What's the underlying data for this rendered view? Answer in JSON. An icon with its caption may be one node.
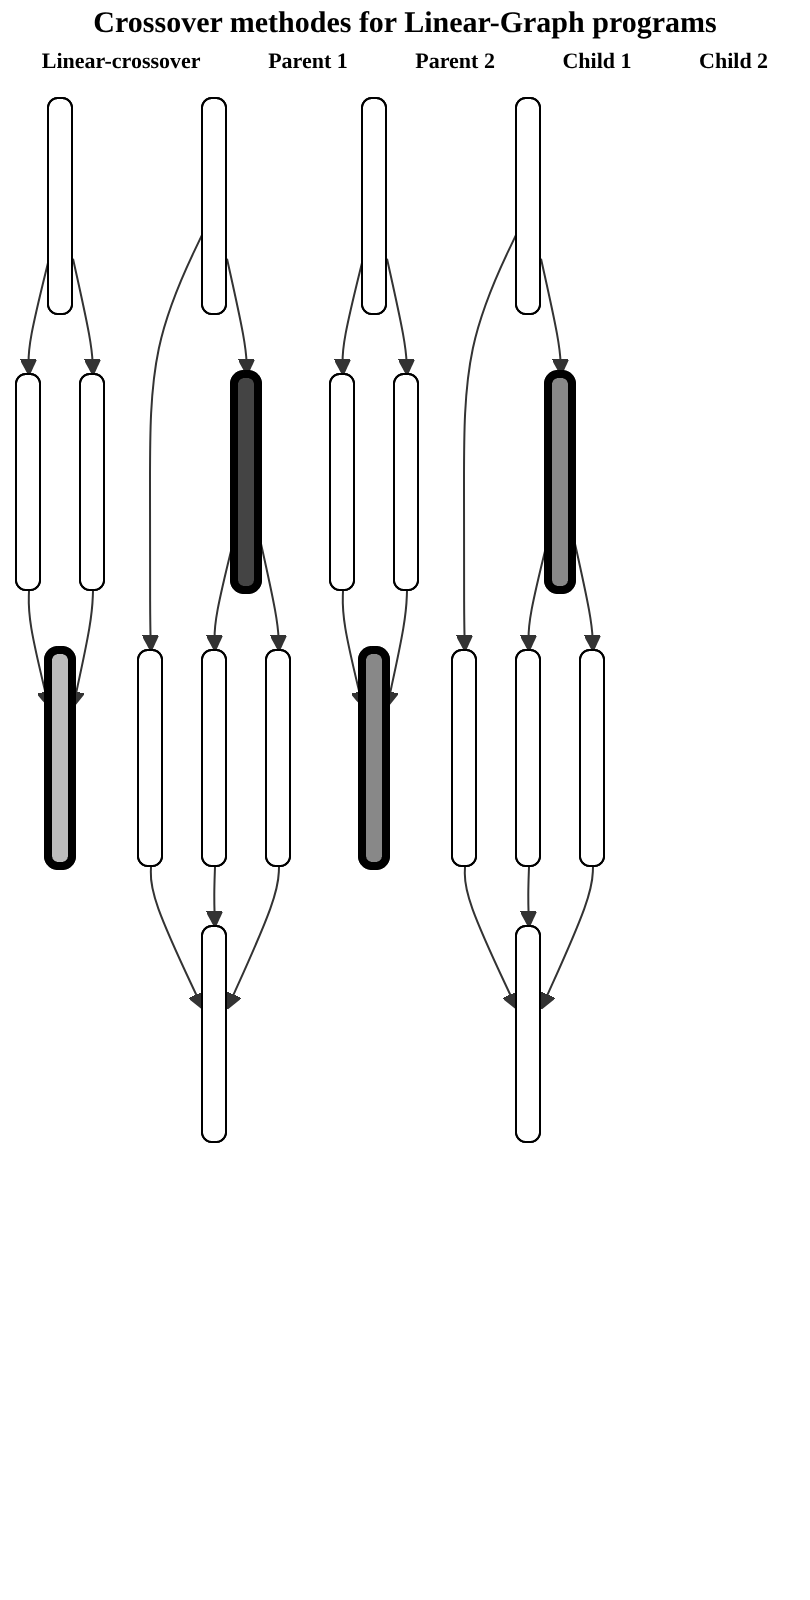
{
  "diagram": {
    "title": "Crossover methodes for Linear-Graph programs",
    "nodes": [
      {
        "text": [],
        "shape": "box"
      },
      {
        "text": [],
        "shape": "box"
      },
      {
        "text": [],
        "shape": "box"
      },
      {
        "text": [],
        "shape": "box"
      },
      {
        "text": [],
        "shape": "box"
      },
      {
        "text": [],
        "shape": "box"
      },
      {
        "text": [],
        "shape": "box"
      },
      {
        "text": [],
        "shape": "box"
      },
      {
        "text": [],
        "shape": "box"
      },
      {
        "text": [],
        "shape": "box"
      },
      {
        "text": [],
        "shape": "box"
      },
      {
        "text": [],
        "shape": "box"
      },
      {
        "text": [],
        "shape": "box"
      },
      {
        "text": [],
        "shape": "box"
      },
      {
        "text": [],
        "shape": "box"
      },
      {
        "text": [],
        "shape": "box"
      },
      {
        "text": [],
        "shape": "box"
      },
      {
        "text": [],
        "shape": "box"
      },
      {
        "text": [],
        "shape": "box"
      },
      {
        "text": [],
        "shape": "box"
      }
    ],
    "edges": [
      {
        "from": 0,
        "to": 1,
        "arrow": "to"
      },
      {
        "from": 0,
        "to": 2,
        "arrow": "to"
      },
      {
        "from": 1,
        "to": 3,
        "arrow": "to"
      },
      {
        "from": 2,
        "to": 3,
        "arrow": "to"
      },
      {
        "from": 4,
        "to": 5,
        "arrow": "to"
      },
      {
        "from": 4,
        "to": 6,
        "arrow": "to"
      },
      {
        "from": 5,
        "to": 9,
        "arrow": "to"
      },
      {
        "from": 6,
        "to": 7,
        "arrow": "to"
      },
      {
        "from": 6,
        "to": 8,
        "arrow": "to"
      },
      {
        "from": 7,
        "to": 9,
        "arrow": "to"
      },
      {
        "from": 8,
        "to": 9,
        "arrow": "to"
      },
      {
        "from": 10,
        "to": 11,
        "arrow": "to"
      },
      {
        "from": 10,
        "to": 12,
        "arrow": "to"
      },
      {
        "from": 11,
        "to": 13,
        "arrow": "to"
      },
      {
        "from": 12,
        "to": 13,
        "arrow": "to"
      },
      {
        "from": 14,
        "to": 15,
        "arrow": "to"
      },
      {
        "from": 14,
        "to": 16,
        "arrow": "to"
      },
      {
        "from": 15,
        "to": 19,
        "arrow": "to"
      },
      {
        "from": 16,
        "to": 17,
        "arrow": "to"
      },
      {
        "from": 16,
        "to": 18,
        "arrow": "to"
      },
      {
        "from": 17,
        "to": 19,
        "arrow": "to"
      },
      {
        "from": 18,
        "to": 19,
        "arrow": "to"
      }
    ],
    "labels": [
      "Linear-crossover",
      "Parent 1",
      "Parent 2",
      "Child 1",
      "Child 2"
    ]
  }
}
